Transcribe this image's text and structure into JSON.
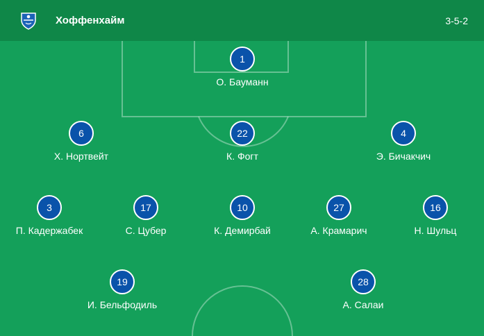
{
  "header": {
    "team_name": "Хоффенхайм",
    "formation": "3-5-2",
    "crest_icon": "hoffenheim-crest-icon"
  },
  "colors": {
    "pitch": "#14a05a",
    "header": "#0f8748",
    "badge": "#0a53aa"
  },
  "players": [
    {
      "number": "1",
      "name": "О. Бауманн"
    },
    {
      "number": "6",
      "name": "Х. Нортвейт"
    },
    {
      "number": "22",
      "name": "К. Фогт"
    },
    {
      "number": "4",
      "name": "Э. Бичакчич"
    },
    {
      "number": "3",
      "name": "П. Кадержабек"
    },
    {
      "number": "17",
      "name": "С. Цубер"
    },
    {
      "number": "10",
      "name": "К. Демирбай"
    },
    {
      "number": "27",
      "name": "А. Крамарич"
    },
    {
      "number": "16",
      "name": "Н. Шульц"
    },
    {
      "number": "19",
      "name": "И. Бельфодиль"
    },
    {
      "number": "28",
      "name": "А. Салаи"
    }
  ]
}
